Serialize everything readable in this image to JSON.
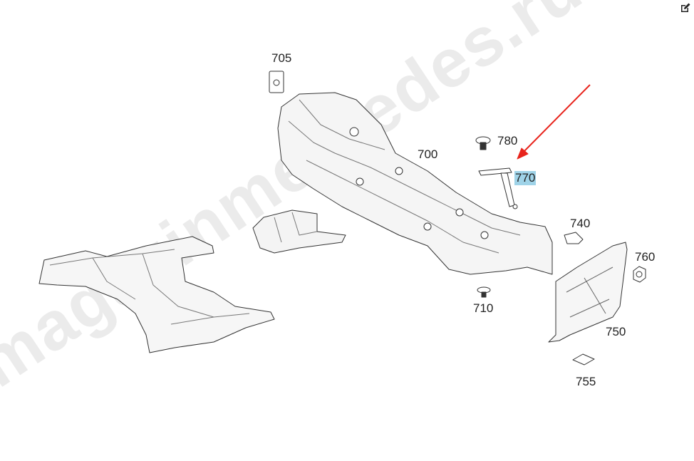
{
  "watermark": "magazinmercedes.ru",
  "toolbar": {
    "edit_icon": "edit-icon"
  },
  "callouts": [
    {
      "id": "705",
      "label": "705"
    },
    {
      "id": "780",
      "label": "780"
    },
    {
      "id": "700",
      "label": "700"
    },
    {
      "id": "770",
      "label": "770",
      "highlighted": true
    },
    {
      "id": "740",
      "label": "740"
    },
    {
      "id": "760",
      "label": "760"
    },
    {
      "id": "710",
      "label": "710"
    },
    {
      "id": "750",
      "label": "750"
    },
    {
      "id": "755",
      "label": "755"
    }
  ],
  "colors": {
    "arrow": "#e8241c",
    "highlight": "#9fd3e8"
  }
}
